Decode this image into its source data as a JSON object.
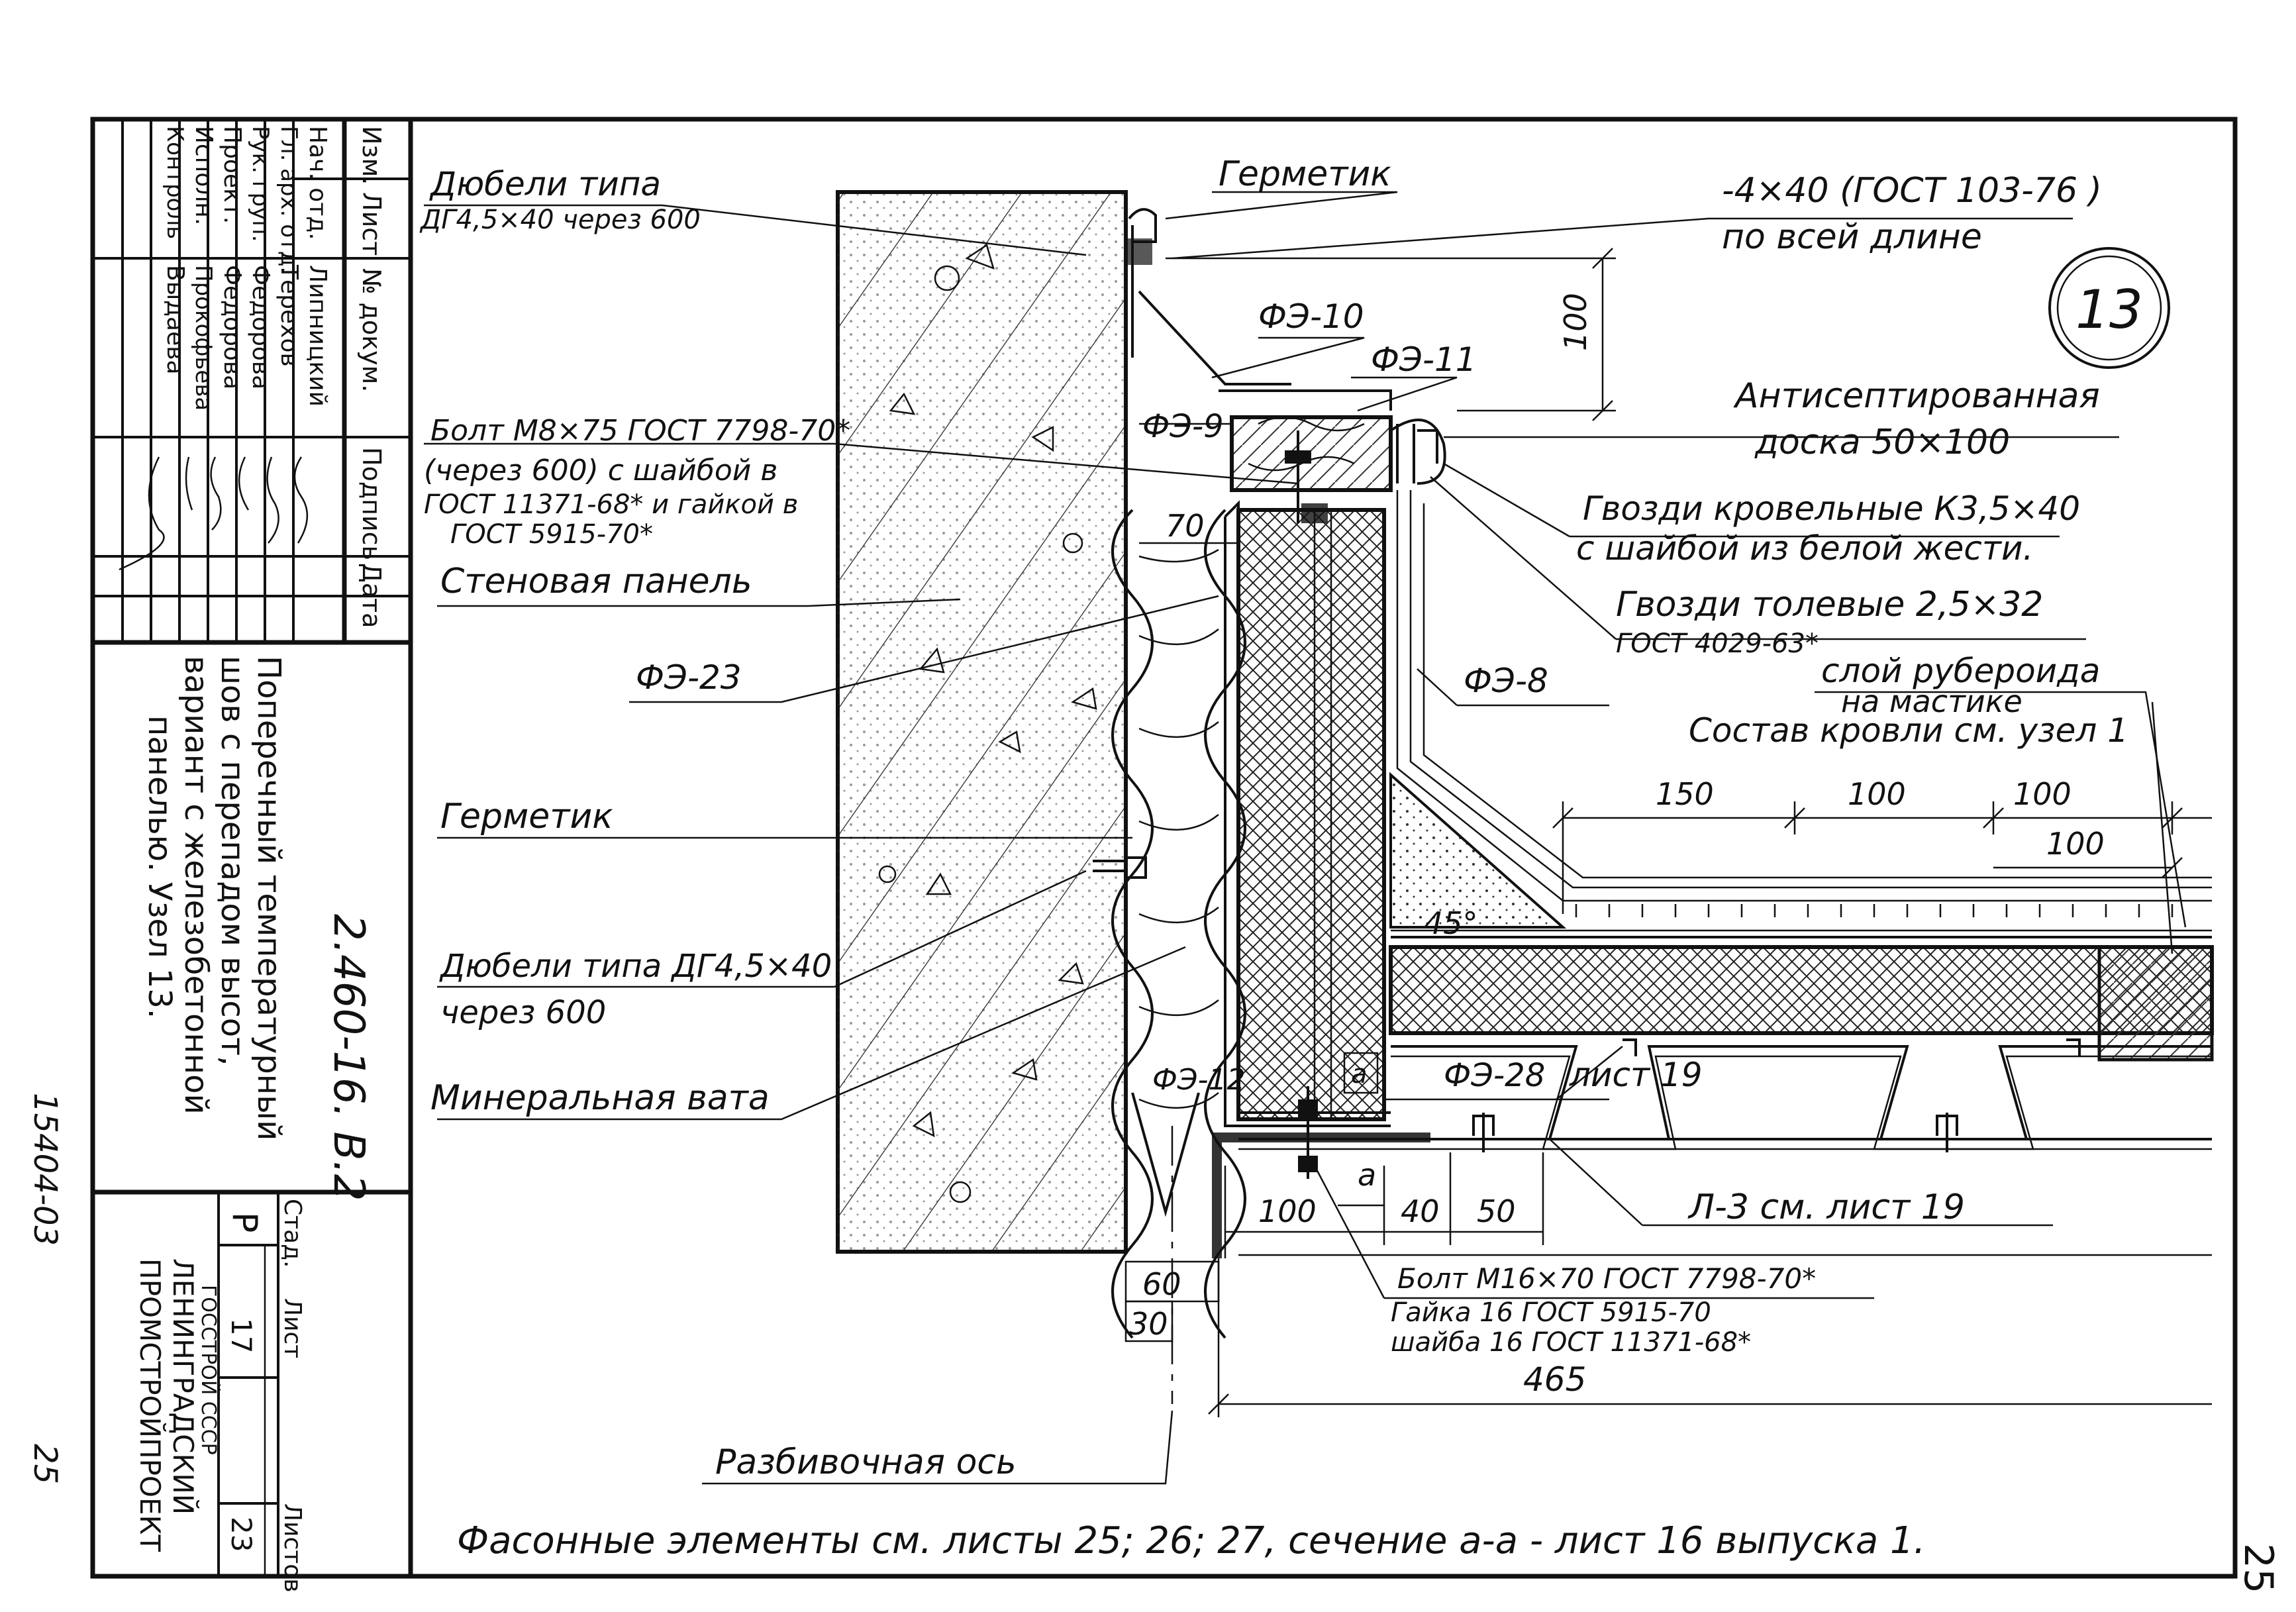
{
  "title_block": {
    "header": {
      "izm": "Изм.",
      "list": "Лист",
      "doc": "№ докум.",
      "sign": "Подпись",
      "date": "Дата"
    },
    "rows": [
      {
        "role": "Нач. отд.",
        "name": "Липницкий"
      },
      {
        "role": "Гл. арх. отд.",
        "name": "Терехов"
      },
      {
        "role": "Рук. груп.",
        "name": "Федорова"
      },
      {
        "role": "Проект.",
        "name": "Федорова"
      },
      {
        "role": "Исполн.",
        "name": "Прокофьева"
      },
      {
        "role": "Контроль",
        "name": "Выдаева"
      }
    ],
    "doc_code": "2.460-16. В.2",
    "sheet_title": [
      "Поперечный температурный",
      "шов с перепадом высот,",
      "вариант с железобетонной",
      "панелью. Узел 13."
    ],
    "stage_label": "Стад.",
    "stage": "Р",
    "sheet_label": "Лист",
    "sheet_no": "17",
    "sheets_label": "Листов",
    "sheets_total": "23",
    "org": [
      "ГОССТРОЙ СССР",
      "ЛЕНИНГРАДСКИЙ",
      "ПРОМСТРОЙПРОЕКТ"
    ],
    "archive_no": "15404-03",
    "side_page": "25"
  },
  "page_number": "25",
  "node_number": "13",
  "callouts": {
    "dowels_top": [
      "Дюбели типа",
      "ДГ4,5×40 через 600"
    ],
    "sealant_top": "Герметик",
    "strip": [
      "-4×40 (ГОСТ 103-76 )",
      "по всей длине"
    ],
    "fe10": "ФЭ-10",
    "fe11": "ФЭ-11",
    "fe9": "ФЭ-9",
    "board": [
      "Антисептированная",
      "доска 50×100"
    ],
    "bolt_m8": [
      "Болт М8×75 ГОСТ 7798-70*",
      "(через 600) с шайбой в",
      "ГОСТ 11371-68* и гайкой в",
      "ГОСТ 5915-70*"
    ],
    "nails_roof": [
      "Гвозди кровельные К3,5×40",
      "с шайбой из белой жести."
    ],
    "nails_felt": [
      "Гвозди толевые 2,5×32",
      "ГОСТ 4029-63*"
    ],
    "wall_panel": "Стеновая панель",
    "fe23": "ФЭ-23",
    "fe8": "ФЭ-8",
    "ruberoid": [
      "слой рубероида",
      "на мастике"
    ],
    "roof_comp": "Состав кровли см. узел 1",
    "sealant_mid": "Герметик",
    "dowels_mid": [
      "Дюбели типа ДГ4,5×40",
      "через 600"
    ],
    "mineral_wool": "Минеральная вата",
    "fe12": "ФЭ-12",
    "fe28": "ФЭ-28",
    "sheet19": "лист 19",
    "l3": "Л-3 см. лист 19",
    "bolt_m16": [
      "Болт М16×70 ГОСТ 7798-70*",
      "Гайка 16 ГОСТ 5915-70",
      "шайба 16 ГОСТ 11371-68*"
    ],
    "axis": "Разбивочная ось",
    "angle": "45°",
    "section_a": "а"
  },
  "dimensions": {
    "d100v": "100",
    "d70": "70",
    "d150": "150",
    "d100a": "100",
    "d100b": "100",
    "d100c": "100",
    "d100_bottom": "100",
    "d_a": "а",
    "d40": "40",
    "d50": "50",
    "d60": "60",
    "d30": "30",
    "d465": "465"
  },
  "footnote": "Фасонные элементы см. листы 25; 26; 27, сечение а-а - лист 16 выпуска 1."
}
